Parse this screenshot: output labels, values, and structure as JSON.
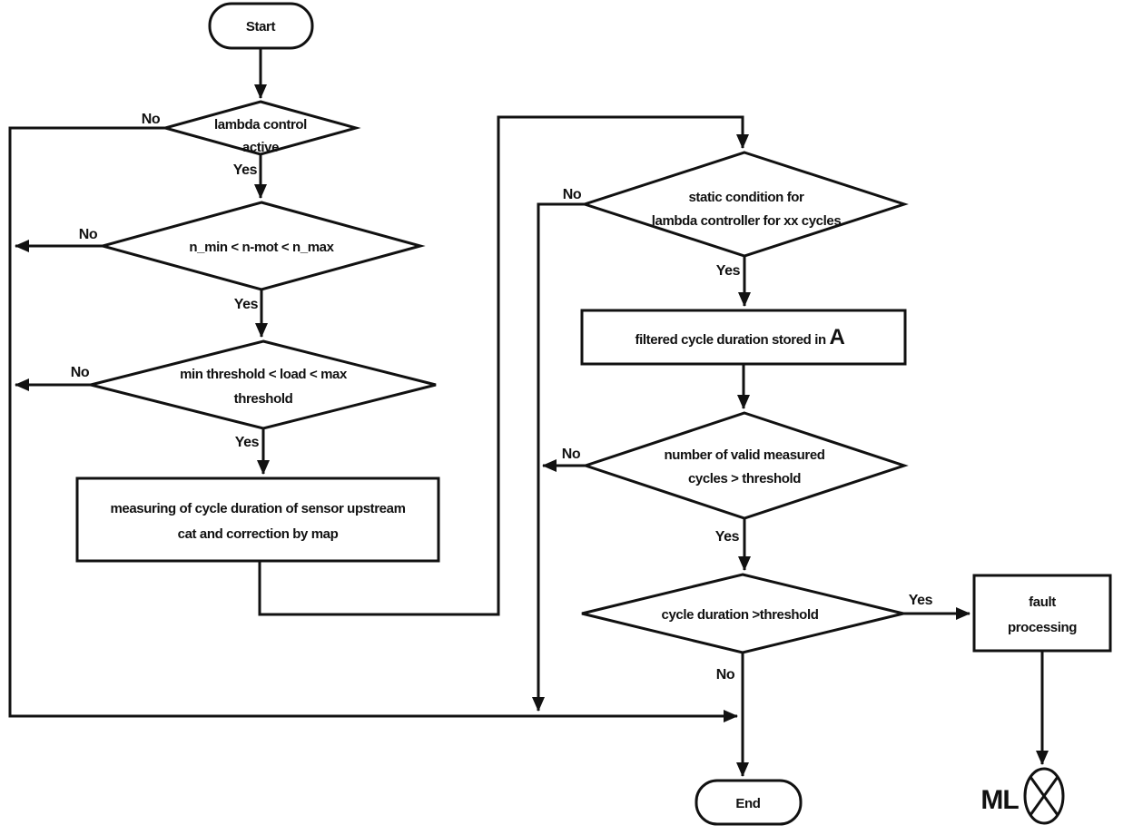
{
  "theme": {
    "bg": "#ffffff",
    "line": "#111111"
  },
  "nodes": {
    "start": {
      "label": "Start"
    },
    "lambda_active": {
      "line1": "lambda control",
      "line2": "active"
    },
    "n_range": {
      "line1": "n_min < n-mot < n_max"
    },
    "load_range": {
      "line1": "min threshold < load < max",
      "line2": "threshold"
    },
    "measuring": {
      "line1": "measuring of cycle duration of sensor upstream",
      "line2": "cat and correction by map"
    },
    "static_condition": {
      "line1": "static condition for",
      "line2": "lambda controller for xx cycles"
    },
    "filtered": {
      "text": "filtered cycle duration stored in ",
      "emphasis": "A"
    },
    "valid_cycles": {
      "line1": "number of valid measured",
      "line2": "cycles > threshold"
    },
    "cycle_duration": {
      "line1": "cycle duration  >threshold"
    },
    "fault_processing": {
      "line1": "fault",
      "line2": "processing"
    },
    "end": {
      "label": "End"
    },
    "ml_indicator": {
      "label": "ML"
    }
  },
  "edge_labels": {
    "lambda_no": "No",
    "lambda_yes": "Yes",
    "n_no": "No",
    "n_yes": "Yes",
    "load_no": "No",
    "load_yes": "Yes",
    "static_no": "No",
    "static_yes": "Yes",
    "valid_no": "No",
    "valid_yes": "Yes",
    "cycle_yes": "Yes",
    "cycle_no": "No"
  }
}
